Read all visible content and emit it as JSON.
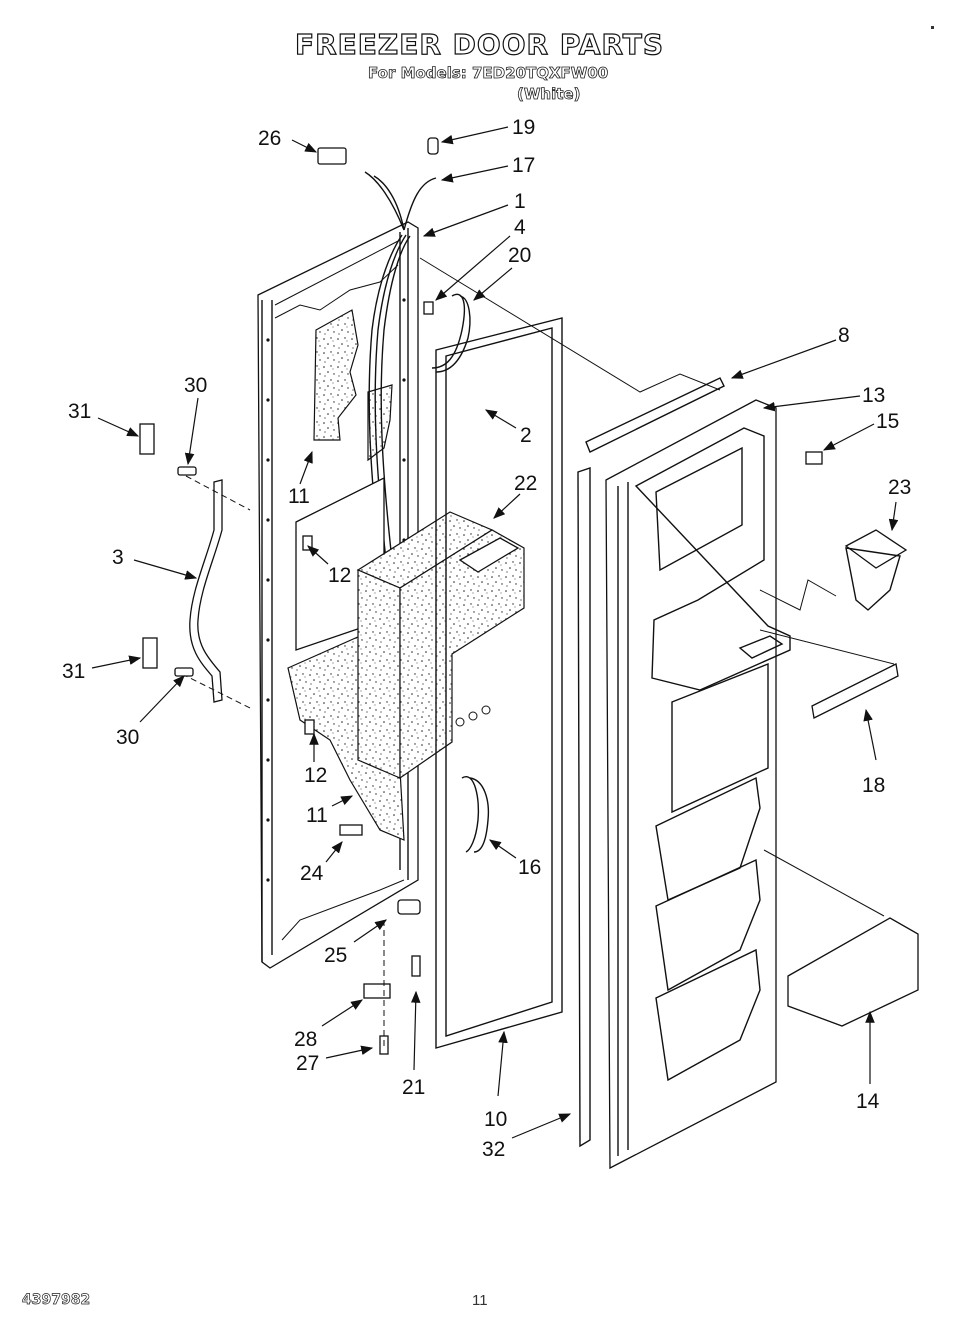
{
  "header": {
    "title": "FREEZER DOOR PARTS",
    "models_line": "For Models: 7ED20TQXFW00",
    "variant": "(White)"
  },
  "footer": {
    "document_number": "4397982",
    "page_number": "11"
  },
  "callouts": [
    {
      "part": "26",
      "label": "26"
    },
    {
      "part": "19",
      "label": "19"
    },
    {
      "part": "17",
      "label": "17"
    },
    {
      "part": "1",
      "label": "1"
    },
    {
      "part": "4",
      "label": "4"
    },
    {
      "part": "20",
      "label": "20"
    },
    {
      "part": "8",
      "label": "8"
    },
    {
      "part": "13",
      "label": "13"
    },
    {
      "part": "15",
      "label": "15"
    },
    {
      "part": "30-top",
      "label": "30"
    },
    {
      "part": "31-top",
      "label": "31"
    },
    {
      "part": "2",
      "label": "2"
    },
    {
      "part": "22",
      "label": "22"
    },
    {
      "part": "23",
      "label": "23"
    },
    {
      "part": "11-upper",
      "label": "11"
    },
    {
      "part": "3",
      "label": "3"
    },
    {
      "part": "12-upper",
      "label": "12"
    },
    {
      "part": "31-bottom",
      "label": "31"
    },
    {
      "part": "30-bottom",
      "label": "30"
    },
    {
      "part": "18",
      "label": "18"
    },
    {
      "part": "12-lower",
      "label": "12"
    },
    {
      "part": "11-lower",
      "label": "11"
    },
    {
      "part": "16",
      "label": "16"
    },
    {
      "part": "24",
      "label": "24"
    },
    {
      "part": "25",
      "label": "25"
    },
    {
      "part": "28",
      "label": "28"
    },
    {
      "part": "27",
      "label": "27"
    },
    {
      "part": "21",
      "label": "21"
    },
    {
      "part": "14",
      "label": "14"
    },
    {
      "part": "10",
      "label": "10"
    },
    {
      "part": "32",
      "label": "32"
    }
  ],
  "parts": {
    "outer_door_panel": "1",
    "door_handle": "3",
    "door_gasket": "10",
    "inner_door_liner": "13",
    "dispenser_housing_foam": "22",
    "door_shelf_bin": "14",
    "ice_chute": "23",
    "shelf_rail": "18"
  }
}
